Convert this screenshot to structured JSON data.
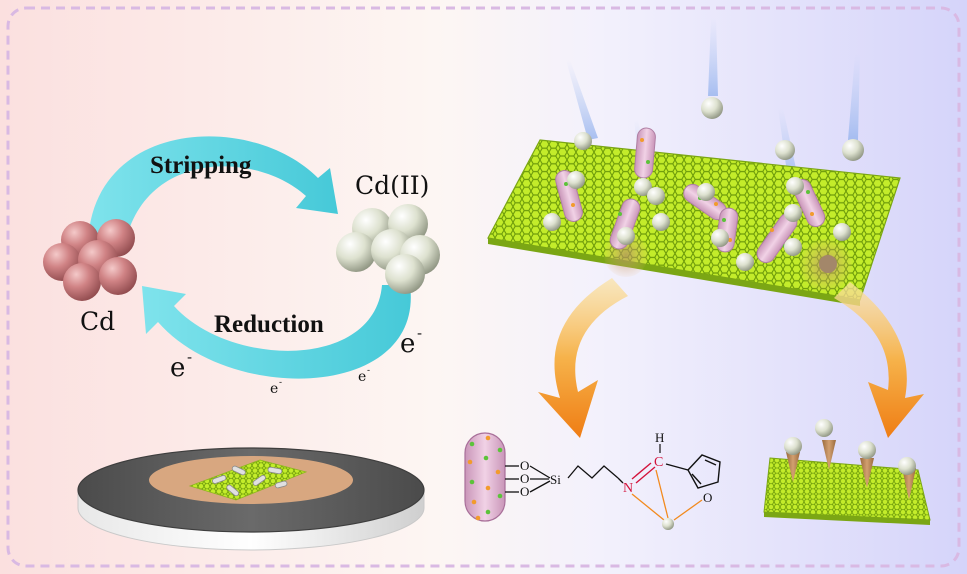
{
  "labels": {
    "stripping": "Stripping",
    "reduction": "Reduction",
    "cd_metal": "Cd",
    "cd_ion": "Cd(II)",
    "electron": "e",
    "electron_sup": "-"
  },
  "molecule": {
    "oxygen": "O",
    "silicon": "Si",
    "nitrogen": "N",
    "carbon": "C",
    "hydrogen": "H",
    "ring_oxygen": "O"
  },
  "colors": {
    "bg_left": "#fbe3e1",
    "bg_right": "#d9d7fa",
    "border": "#d9b9e3",
    "cycle_arrow": "#5ed7e3",
    "cd_metal": "#c9787a",
    "cd_ion": "#d8dcc8",
    "graphene": "#b6e61e",
    "nanotube": "#e2b3d1",
    "dot_green": "#5cc33a",
    "dot_orange": "#f29b2c",
    "big_arrow": "#f28a1e",
    "electrode_dark": "#5c5c5c",
    "electrode_core": "#d8a780",
    "imine_red": "#d3123b"
  }
}
